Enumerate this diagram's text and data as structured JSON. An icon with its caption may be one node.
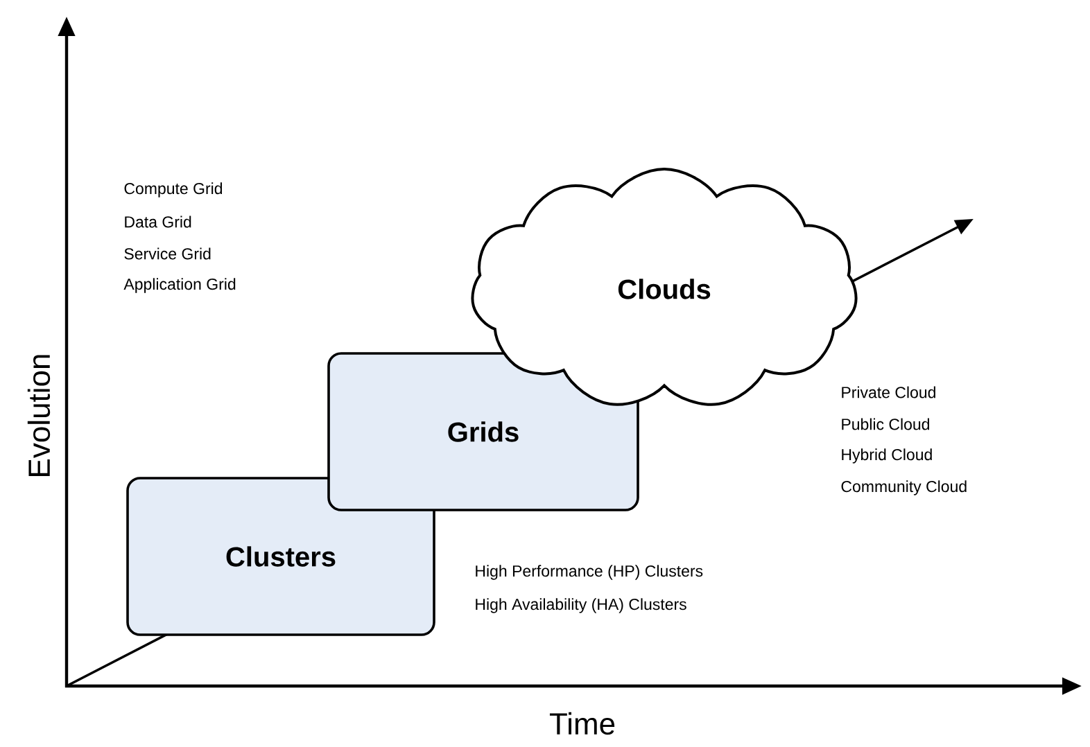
{
  "diagram": {
    "nodes": [
      {
        "text": [
          "Clusters"
        ]
      },
      {
        "text": [
          "Grids"
        ]
      },
      {
        "text": [
          "Clouds"
        ]
      }
    ],
    "edges": [],
    "labels": [
      "Evolution",
      "Time",
      "Compute Grid",
      "Data Grid",
      "Service Grid",
      "Application Grid",
      "Private Cloud",
      "Public Cloud",
      "Hybrid Cloud",
      "Community Cloud",
      "High Performance (HP) Clusters",
      "High Availability (HA) Clusters"
    ]
  }
}
